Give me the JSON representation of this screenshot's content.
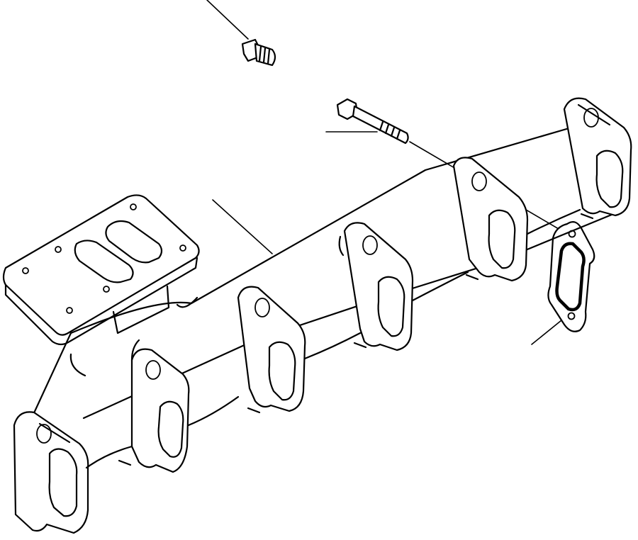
{
  "diagram": {
    "parts": [
      {
        "name": "exhaust-manifold",
        "label": ""
      },
      {
        "name": "plug",
        "label": ""
      },
      {
        "name": "mounting-bolt",
        "label": ""
      },
      {
        "name": "manifold-gasket",
        "label": ""
      }
    ],
    "callout_count": 4
  }
}
